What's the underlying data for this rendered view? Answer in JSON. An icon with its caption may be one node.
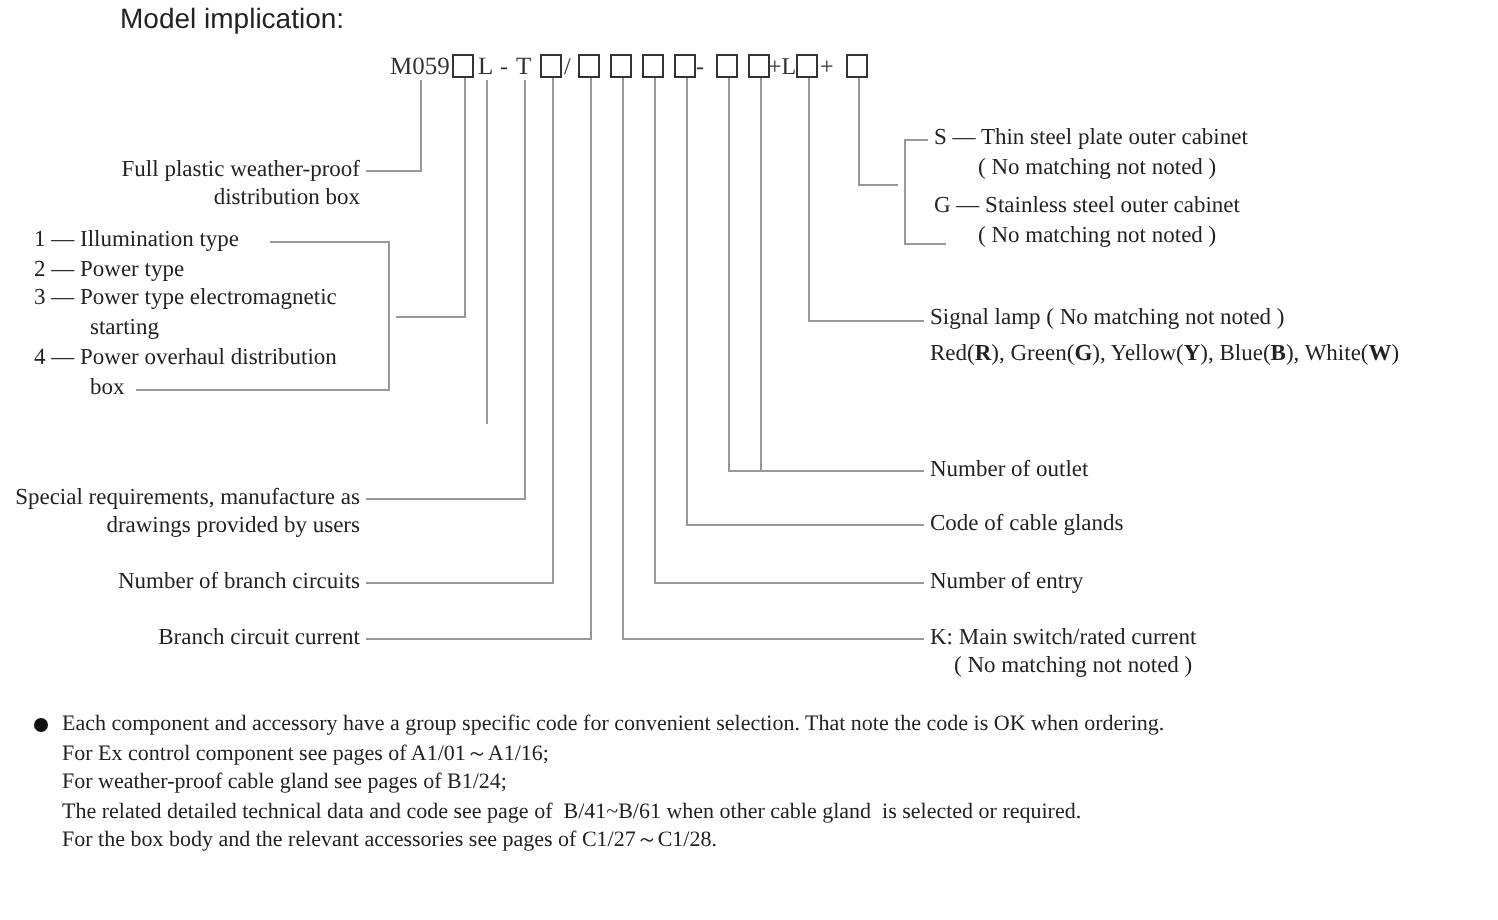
{
  "diagram": {
    "title": "Model implication:",
    "nodes": [
      {
        "text": [
          "M059"
        ]
      },
      {
        "text": [],
        "shape": "box"
      },
      {
        "text": [
          "L"
        ]
      },
      {
        "text": [
          "T"
        ]
      },
      {
        "text": [],
        "shape": "box"
      },
      {
        "text": [],
        "shape": "box"
      },
      {
        "text": [],
        "shape": "box"
      },
      {
        "text": [],
        "shape": "box"
      },
      {
        "text": [],
        "shape": "box"
      },
      {
        "text": [],
        "shape": "box"
      },
      {
        "text": [],
        "shape": "box"
      },
      {
        "text": [],
        "shape": "box"
      },
      {
        "text": [],
        "shape": "box"
      },
      {
        "text": [
          "Full plastic weather-proof distribution box"
        ]
      },
      {
        "text": [
          "1 — Illumination type",
          "2 — Power type",
          "3 — Power type electromagnetic starting",
          "4 — Power overhaul distribution box"
        ]
      },
      {
        "text": [
          "S — Thin steel plate outer cabinet",
          "( No matching not noted )",
          "G — Stainless steel outer cabinet",
          "( No matching not noted )"
        ]
      },
      {
        "text": [
          "Signal lamp ( No matching not noted )",
          "Red(**R**), Green(**G**), Yellow(**Y**), Blue(**B**), White(**W**)"
        ]
      },
      {
        "text": [
          "Special requirements, manufacture as drawings provided by users"
        ]
      },
      {
        "text": [
          "Number of branch circuits"
        ]
      },
      {
        "text": [
          "Branch circuit current"
        ]
      },
      {
        "text": [
          "Number of outlet"
        ]
      },
      {
        "text": [
          "Code of cable glands"
        ]
      },
      {
        "text": [
          "Number of entry"
        ]
      },
      {
        "text": [
          "K: Main switch/rated current",
          "( No matching not noted )"
        ]
      }
    ],
    "edges": [
      {
        "from": 0,
        "to": 13,
        "arrow": "none"
      },
      {
        "from": 1,
        "to": 14,
        "arrow": "none"
      },
      {
        "from": 2,
        "to": null,
        "arrow": "none"
      },
      {
        "from": 3,
        "to": 17,
        "arrow": "none"
      },
      {
        "from": 4,
        "to": 18,
        "arrow": "none"
      },
      {
        "from": 5,
        "to": 19,
        "arrow": "none"
      },
      {
        "from": 6,
        "to": 23,
        "arrow": "none"
      },
      {
        "from": 7,
        "to": 22,
        "arrow": "none"
      },
      {
        "from": 8,
        "to": 21,
        "arrow": "none"
      },
      {
        "from": 9,
        "to": 20,
        "arrow": "none"
      },
      {
        "from": 10,
        "to": 20,
        "arrow": "none"
      },
      {
        "from": 11,
        "to": 16,
        "arrow": "none"
      },
      {
        "from": 12,
        "to": 15,
        "arrow": "none"
      }
    ],
    "labels": [
      "-",
      "/",
      "-",
      "+L",
      "+",
      "Each component and accessory have a group specific code for convenient selection. That note the code is OK when ordering.",
      "For Ex control component see pages of A1/01～A1/16;",
      "For weather-proof cable gland see pages of B1/24;",
      "The related detailed technical data and code see page of  B/41~B/61 when other cable gland  is selected or required.",
      "For the box body and the relevant accessories see pages of C1/27～C1/28."
    ]
  }
}
